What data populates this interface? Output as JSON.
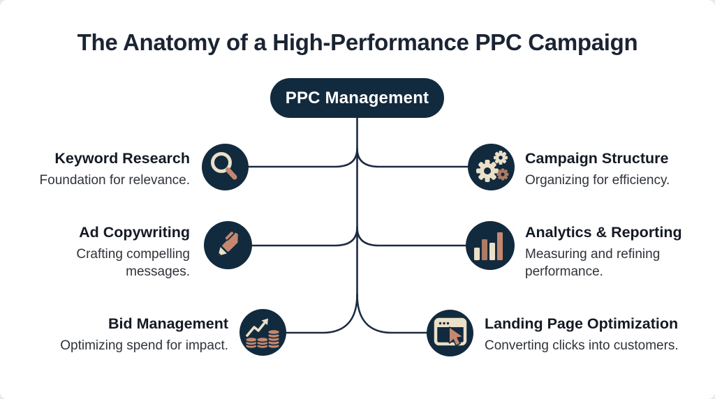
{
  "title": "The Anatomy of a High-Performance PPC Campaign",
  "root": {
    "label": "PPC Management"
  },
  "colors": {
    "navy": "#122a3e",
    "line": "#1c2b42",
    "cream": "#eae0c8",
    "tan": "#c5886e",
    "tan_dark": "#ad7a63",
    "title_text": "#1b2433",
    "node_title_text": "#141a24",
    "subtitle_text": "#2f333a",
    "background": "#ffffff",
    "pill_text": "#ffffff"
  },
  "nodes": [
    {
      "id": "keyword-research",
      "side": "left",
      "title": "Keyword Research",
      "subtitle": "Foundation for relevance.",
      "icon": "magnifying-glass-icon"
    },
    {
      "id": "ad-copywriting",
      "side": "left",
      "title": "Ad Copywriting",
      "subtitle": "Crafting compelling messages.",
      "icon": "pen-icon"
    },
    {
      "id": "bid-management",
      "side": "left",
      "title": "Bid Management",
      "subtitle": "Optimizing spend for impact.",
      "icon": "coins-growth-icon"
    },
    {
      "id": "campaign-structure",
      "side": "right",
      "title": "Campaign Structure",
      "subtitle": "Organizing for efficiency.",
      "icon": "gears-icon"
    },
    {
      "id": "analytics-reporting",
      "side": "right",
      "title": "Analytics & Reporting",
      "subtitle": "Measuring and refining performance.",
      "icon": "bar-chart-icon"
    },
    {
      "id": "landing-page-optimization",
      "side": "right",
      "title": "Landing Page Optimization",
      "subtitle": "Converting clicks into customers.",
      "icon": "browser-cursor-icon"
    }
  ]
}
